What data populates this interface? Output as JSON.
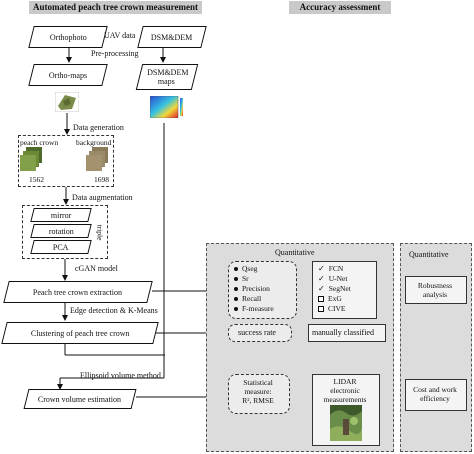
{
  "headers": {
    "left": "Automated peach tree crown measurement",
    "right": "Accuracy assessment"
  },
  "inputs": {
    "orthophoto": "Orthophoto",
    "uav_data": "UAV data",
    "dsm_dem": "DSM&DEM"
  },
  "steps": {
    "pre_processing": "Pre-processing",
    "ortho_maps": "Ortho-maps",
    "dsm_dem_maps_1": "DSM&DEM",
    "dsm_dem_maps_2": "maps",
    "data_generation": "Data generation",
    "peach_crown": "peach crown",
    "background": "background",
    "count_crown": "1562",
    "count_bg": "1698",
    "data_augmentation": "Data augmentation",
    "mirror": "mirror",
    "rotation": "rotation",
    "pca": "PCA",
    "triple": "triple",
    "cgan_model": "cGAN model",
    "extraction": "Peach tree crown extraction",
    "edge_kmeans": "Edge detection & K-Means",
    "clustering": "Clustering of peach tree crown",
    "ellipsoid": "Ellipsoid volume method",
    "volume": "Crown volume estimation"
  },
  "quantitative_panel": {
    "title": "Quantitative",
    "metrics": [
      "Qseg",
      "Sr",
      "Precision",
      "Recall",
      "F-measure"
    ],
    "models": [
      "FCN",
      "U-Net",
      "SegNet",
      "ExG",
      "CIVE"
    ],
    "success_rate": "success rate",
    "manually_classified": "manually classified",
    "statistical_1": "Statistical",
    "statistical_2": "measure:",
    "statistical_3": "R², RMSE",
    "lidar_1": "LIDAR",
    "lidar_2": "electronic",
    "lidar_3": "measurements"
  },
  "qualitative_panel": {
    "title": "Quantitative",
    "robustness_1": "Robustness",
    "robustness_2": "analysis",
    "cost_1": "Cost and work",
    "cost_2": "efficiency"
  },
  "colors": {
    "header_bg": "#c9c9c9",
    "panel_bg": "#dcdcdc",
    "map_high": "#e0202a",
    "map_low": "#2a4bd6"
  }
}
